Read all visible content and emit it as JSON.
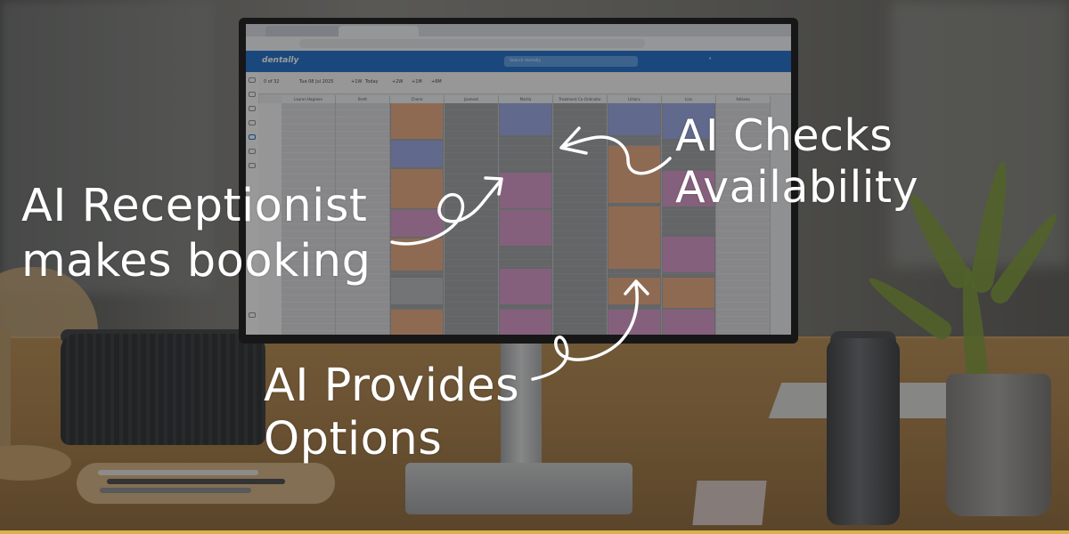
{
  "overlay": {
    "receptionist_line1": "AI Receptionist",
    "receptionist_line2": "makes booking",
    "checks_line1": "AI Checks",
    "checks_line2": "Availability",
    "provides_line1": "AI Provides",
    "provides_line2": "Options",
    "text_color": "#ffffff"
  },
  "screen": {
    "app_logo": "dentally",
    "search_placeholder": "Search dentally",
    "toolbar": {
      "count": "0 of 32",
      "date": "Tue 08 Jul 2025",
      "today": "Today",
      "w1": "+1W",
      "w2": "+2W",
      "m1": "+1M",
      "m6": "+6M"
    },
    "columns": [
      "Lauren Hagreen",
      "Brett",
      "Cherie",
      "Jasmeet",
      "Marita",
      "Treatment Co-Ordinator",
      "Lillianc",
      "Liza",
      "Adriana"
    ]
  },
  "colors": {
    "app_blue": "#1f6ec9",
    "appt_orange": "#e8a981",
    "appt_pink": "#d898c8",
    "appt_blue": "#9aa8e6",
    "accent_gold": "#d9b14a"
  }
}
